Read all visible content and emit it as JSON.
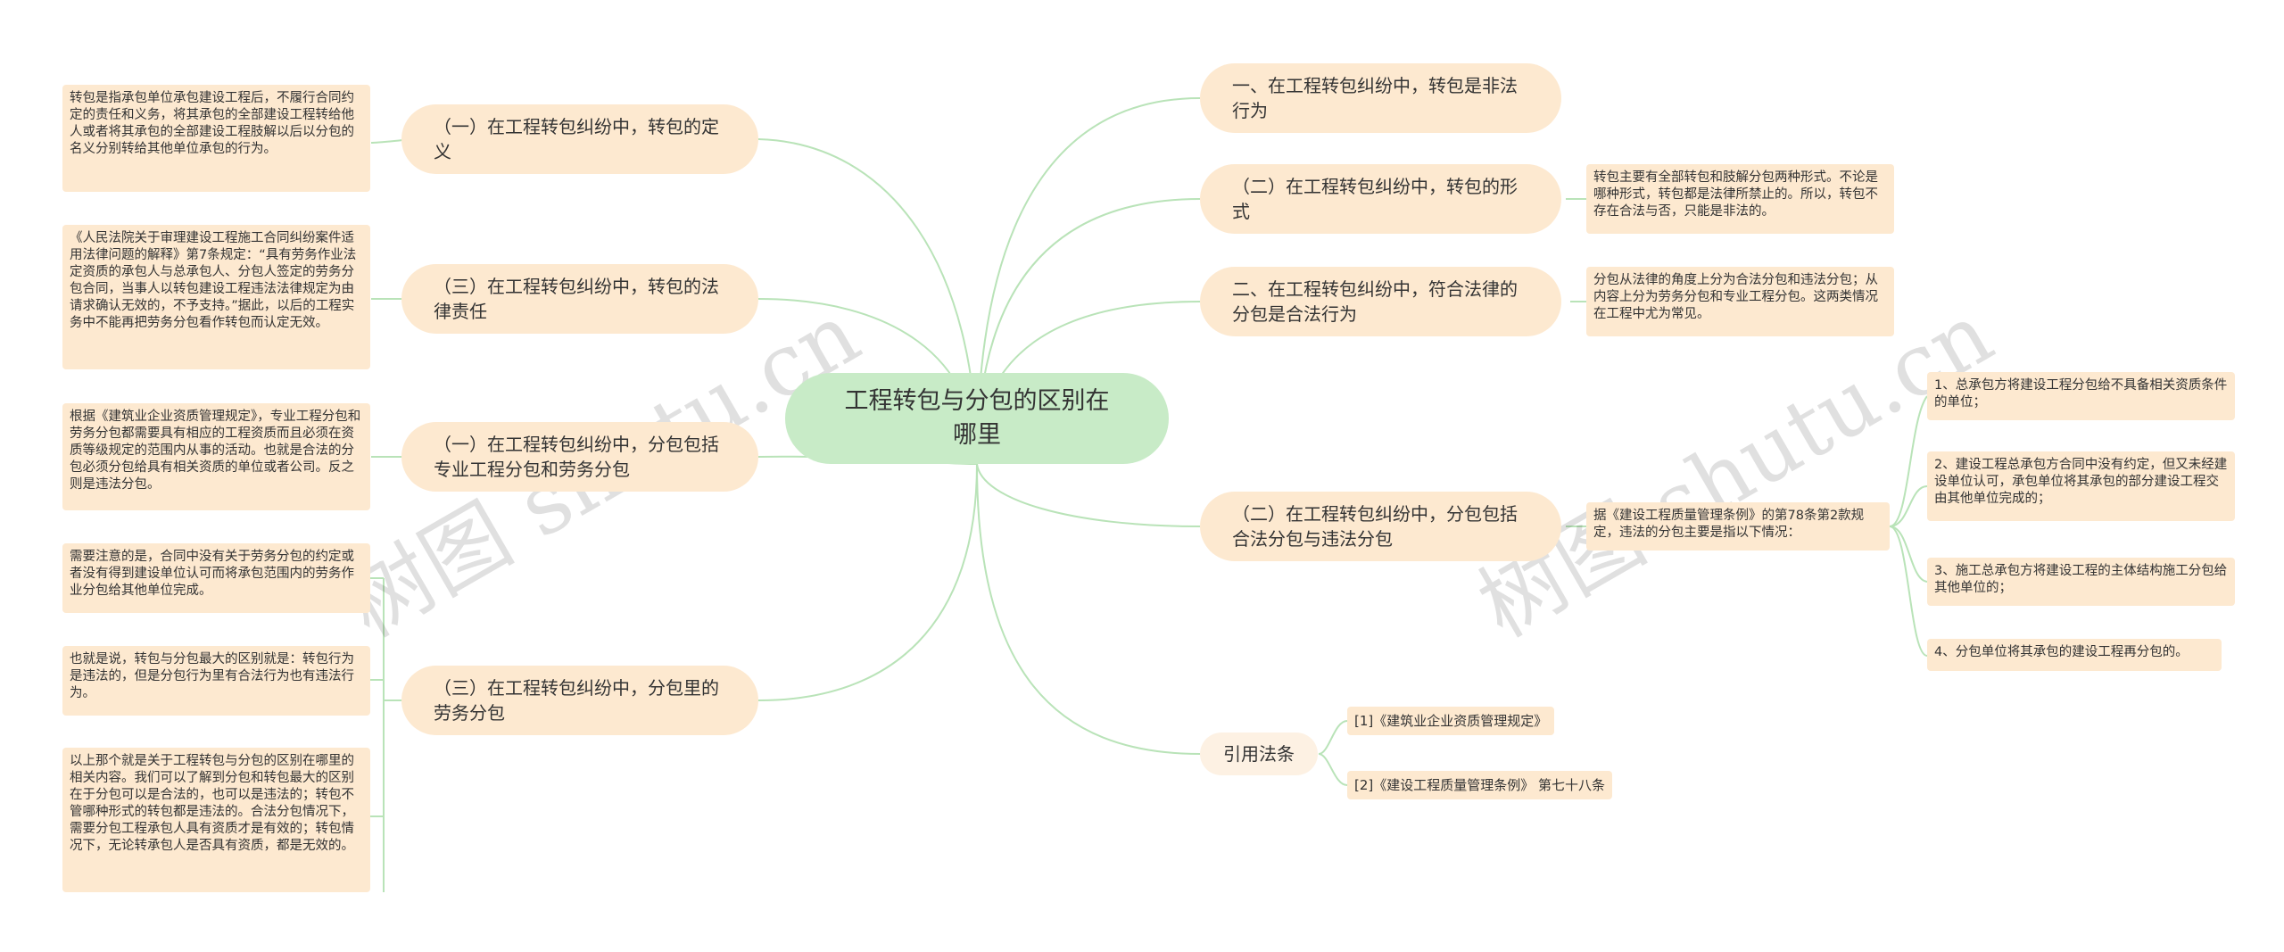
{
  "center": "工程转包与分包的区别在哪里",
  "watermark": "树图 shutu.cn",
  "left": [
    {
      "label": "（一）在工程转包纠纷中，转包的定义",
      "leaves": [
        "转包是指承包单位承包建设工程后，不履行合同约定的责任和义务，将其承包的全部建设工程转给他人或者将其承包的全部建设工程肢解以后以分包的名义分别转给其他单位承包的行为。"
      ]
    },
    {
      "label": "（三）在工程转包纠纷中，转包的法律责任",
      "leaves": [
        "《人民法院关于审理建设工程施工合同纠纷案件适用法律问题的解释》第7条规定：“具有劳务作业法定资质的承包人与总承包人、分包人签定的劳务分包合同，当事人以转包建设工程违法法律规定为由请求确认无效的，不予支持。”据此，以后的工程实务中不能再把劳务分包看作转包而认定无效。"
      ]
    },
    {
      "label": "（一）在工程转包纠纷中，分包包括专业工程分包和劳务分包",
      "leaves": [
        "根据《建筑业企业资质管理规定》，专业工程分包和劳务分包都需要具有相应的工程资质而且必须在资质等级规定的范围内从事的活动。也就是合法的分包必须分包给具有相关资质的单位或者公司。反之则是违法分包。"
      ]
    },
    {
      "label": "（三）在工程转包纠纷中，分包里的劳务分包",
      "leaves": [
        "需要注意的是，合同中没有关于劳务分包的约定或者没有得到建设单位认可而将承包范围内的劳务作业分包给其他单位完成。",
        "也就是说，转包与分包最大的区别就是：转包行为是违法的，但是分包行为里有合法行为也有违法行为。",
        "以上那个就是关于工程转包与分包的区别在哪里的相关内容。我们可以了解到分包和转包最大的区别在于分包可以是合法的，也可以是违法的；转包不管哪种形式的转包都是违法的。合法分包情况下，需要分包工程承包人具有资质才是有效的；转包情况下，无论转承包人是否具有资质，都是无效的。"
      ]
    }
  ],
  "right": [
    {
      "label": "一、在工程转包纠纷中，转包是非法行为",
      "leaves": []
    },
    {
      "label": "（二）在工程转包纠纷中，转包的形式",
      "leaves": [
        "转包主要有全部转包和肢解分包两种形式。不论是哪种形式，转包都是法律所禁止的。所以，转包不存在合法与否，只能是非法的。"
      ]
    },
    {
      "label": "二、在工程转包纠纷中，符合法律的分包是合法行为",
      "leaves": [
        "分包从法律的角度上分为合法分包和违法分包；从内容上分为劳务分包和专业工程分包。这两类情况在工程中尤为常见。"
      ]
    },
    {
      "label": "（二）在工程转包纠纷中，分包包括合法分包与违法分包",
      "leaves": [
        "据《建设工程质量管理条例》的第78条第2款规定，违法的分包主要是指以下情况："
      ],
      "sub": [
        "1、总承包方将建设工程分包给不具备相关资质条件的单位；",
        "2、建设工程总承包方合同中没有约定，但又未经建设单位认可，承包单位将其承包的部分建设工程交由其他单位完成的；",
        "3、施工总承包方将建设工程的主体结构施工分包给其他单位的；",
        "4、分包单位将其承包的建设工程再分包的。"
      ]
    },
    {
      "label": "引用法条",
      "leaves": [
        "[1]《建筑业企业资质管理规定》",
        "[2]《建设工程质量管理条例》 第七十八条"
      ]
    }
  ]
}
